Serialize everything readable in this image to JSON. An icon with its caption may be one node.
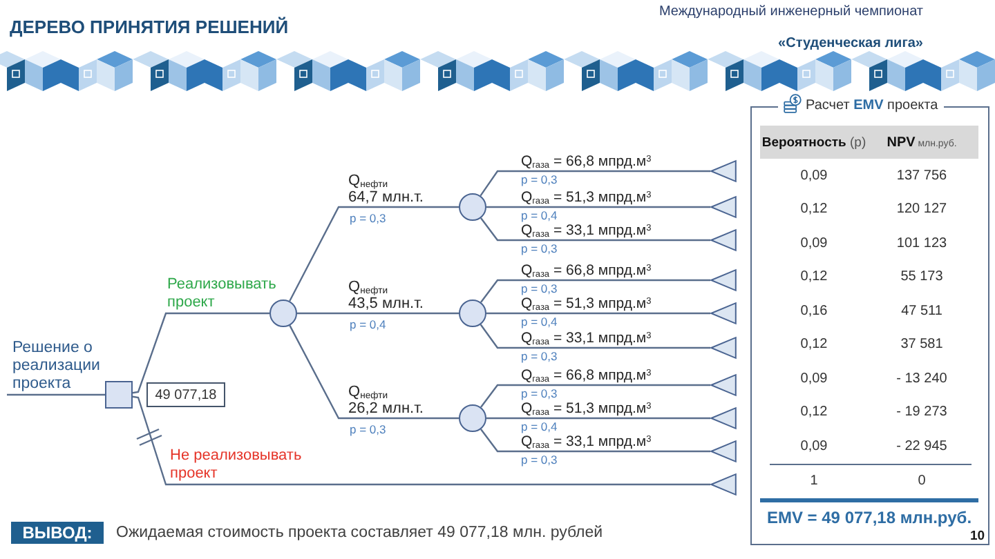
{
  "diagram": {
    "title": "ДЕРЕВО ПРИНЯТИЯ РЕШЕНИЙ",
    "nodes": [
      {
        "text": [],
        "shape": "box"
      },
      {
        "text": [
          "49 077,18"
        ]
      },
      {
        "text": [],
        "shape": "circle"
      },
      {
        "text": [],
        "shape": "circle"
      },
      {
        "text": [],
        "shape": "circle"
      },
      {
        "text": [],
        "shape": "circle"
      },
      {
        "text": [],
        "shape": "triangle"
      },
      {
        "text": [],
        "shape": "triangle"
      },
      {
        "text": [],
        "shape": "triangle"
      },
      {
        "text": [],
        "shape": "triangle"
      },
      {
        "text": [],
        "shape": "triangle"
      },
      {
        "text": [],
        "shape": "triangle"
      },
      {
        "text": [],
        "shape": "triangle"
      },
      {
        "text": [],
        "shape": "triangle"
      },
      {
        "text": [],
        "shape": "triangle"
      },
      {
        "text": [],
        "shape": "triangle"
      },
      {
        "text": [
          "Расчет **EMV** проекта",
          "EMV = 49 077,18 млн.руб."
        ]
      },
      {
        "text": [
          "ВЫВОД:"
        ]
      }
    ],
    "edges": [
      {
        "from": null,
        "to": 0,
        "arrow": "none",
        "label": "Решение о реализации проекта"
      },
      {
        "from": 0,
        "to": 2,
        "arrow": "none",
        "label": "Реализовывать проект"
      },
      {
        "from": 0,
        "to": 15,
        "arrow": "none",
        "label": "Не реализовывать проект"
      },
      {
        "from": 2,
        "to": 3,
        "arrow": "none",
        "label": "Q$_{нефти}$ 64,7 млн.т."
      },
      {
        "from": 2,
        "to": 4,
        "arrow": "none",
        "label": "Q$_{нефти}$ 43,5 млн.т."
      },
      {
        "from": 2,
        "to": 5,
        "arrow": "none",
        "label": "Q$_{нефти}$ 26,2 млн.т."
      },
      {
        "from": 3,
        "to": 6,
        "arrow": "none",
        "label": "Q$_{газа}$ = 66,8 мпрд.м$^{3}$"
      },
      {
        "from": 3,
        "to": 7,
        "arrow": "none",
        "label": "Q$_{газа}$ = 51,3 мпрд.м$^{3}$"
      },
      {
        "from": 3,
        "to": 8,
        "arrow": "none",
        "label": "Q$_{газа}$ = 33,1 мпрд.м$^{3}$"
      },
      {
        "from": 4,
        "to": 9,
        "arrow": "none",
        "label": "Q$_{газа}$ = 66,8 мпрд.м$^{3}$"
      },
      {
        "from": 4,
        "to": 10,
        "arrow": "none",
        "label": "Q$_{газа}$ = 51,3 мпрд.м$^{3}$"
      },
      {
        "from": 4,
        "to": 11,
        "arrow": "none",
        "label": "Q$_{газа}$ = 33,1 мпрд.м$^{3}$"
      },
      {
        "from": 5,
        "to": 12,
        "arrow": "none",
        "label": "Q$_{газа}$ = 66,8 мпрд.м$^{3}$"
      },
      {
        "from": 5,
        "to": 13,
        "arrow": "none",
        "label": "Q$_{газа}$ = 51,3 мпрд.м$^{3}$"
      },
      {
        "from": 5,
        "to": 14,
        "arrow": "none",
        "label": "Q$_{газа}$ = 33,1 мпрд.м$^{3}$"
      }
    ],
    "labels": [
      "Международный инженерный чемпионат",
      "«Студенческая лига»",
      "p = 0,3",
      "p = 0,3",
      "p = 0,4",
      "p = 0,3",
      "p = 0,3",
      "p = 0,4",
      "p = 0,4",
      "p = 0,3",
      "p = 0,3",
      "p = 0,3",
      "p = 0,4",
      "p = 0,3",
      "**Вероятность** (p)",
      "**NPV** млн.руб.",
      "0,09",
      "137 756",
      "0,12",
      "120 127",
      "0,09",
      "101 123",
      "0,12",
      "55 173",
      "0,16",
      "47 511",
      "0,12",
      "37 581",
      "0,09",
      "- 13 240",
      "0,12",
      "- 19 273",
      "0,09",
      "- 22 945",
      "1",
      "0",
      "Ожидаемая стоимость проекта составляет 49 077,18 млн. рублей",
      "10"
    ]
  }
}
